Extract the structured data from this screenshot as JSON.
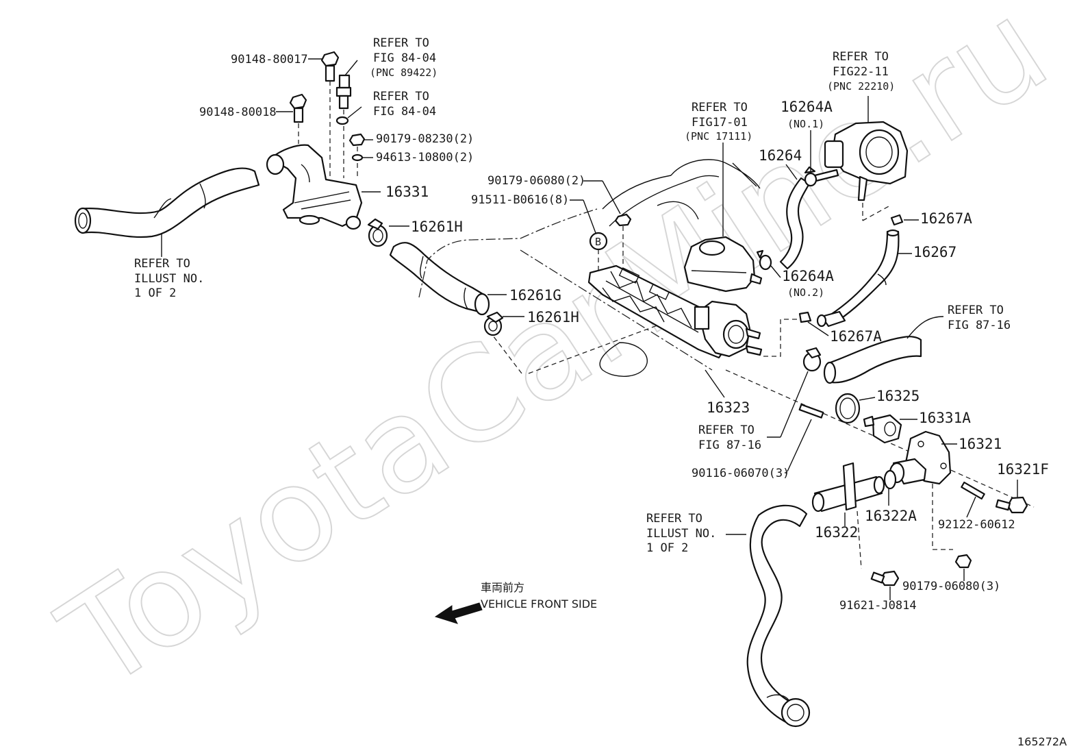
{
  "watermark": "ToyotaCarMine.ru",
  "figure_number": "165272A",
  "direction": {
    "japanese": "車両前方",
    "english": "VEHICLE FRONT SIDE"
  },
  "part_numbers": {
    "p90148_80017": "90148-80017",
    "p90148_80018": "90148-80018",
    "p90179_08230": "90179-08230(2)",
    "p94613_10800": "94613-10800(2)",
    "p16331": "16331",
    "p16261H_a": "16261H",
    "p16261G": "16261G",
    "p16261H_b": "16261H",
    "p90179_06080_2": "90179-06080(2)",
    "p91511_B0616": "91511-B0616(8)",
    "p16264A_1": "16264A",
    "p16264A_1_note": "(NO.1)",
    "p16264": "16264",
    "p16267A_a": "16267A",
    "p16267": "16267",
    "p16264A_2": "16264A",
    "p16264A_2_note": "(NO.2)",
    "p16267A_b": "16267A",
    "p16323": "16323",
    "p16325": "16325",
    "p16331A": "16331A",
    "p16321": "16321",
    "p16321F": "16321F",
    "p90116_06070": "90116-06070(3)",
    "p16322A": "16322A",
    "p92122_60612": "92122-60612",
    "p16322": "16322",
    "p90179_06080_3": "90179-06080(3)",
    "p91621_J0814": "91621-J0814"
  },
  "references": {
    "fig84_a": [
      "REFER TO",
      "FIG 84-04",
      "(PNC 89422)"
    ],
    "fig84_b": [
      "REFER TO",
      "FIG 84-04"
    ],
    "illust_left": [
      "REFER TO",
      "ILLUST NO.",
      " 1 OF 2"
    ],
    "fig17": [
      "REFER TO",
      "FIG17-01",
      "(PNC 17111)"
    ],
    "fig22": [
      "REFER TO",
      "FIG22-11",
      "(PNC 22210)"
    ],
    "fig87_right": [
      "REFER TO",
      "FIG 87-16"
    ],
    "fig87_center": [
      "REFER TO",
      "FIG 87-16"
    ],
    "illust_bottom": [
      "REFER TO",
      "ILLUST NO.",
      " 1 OF 2"
    ]
  },
  "callout_marker": "B"
}
